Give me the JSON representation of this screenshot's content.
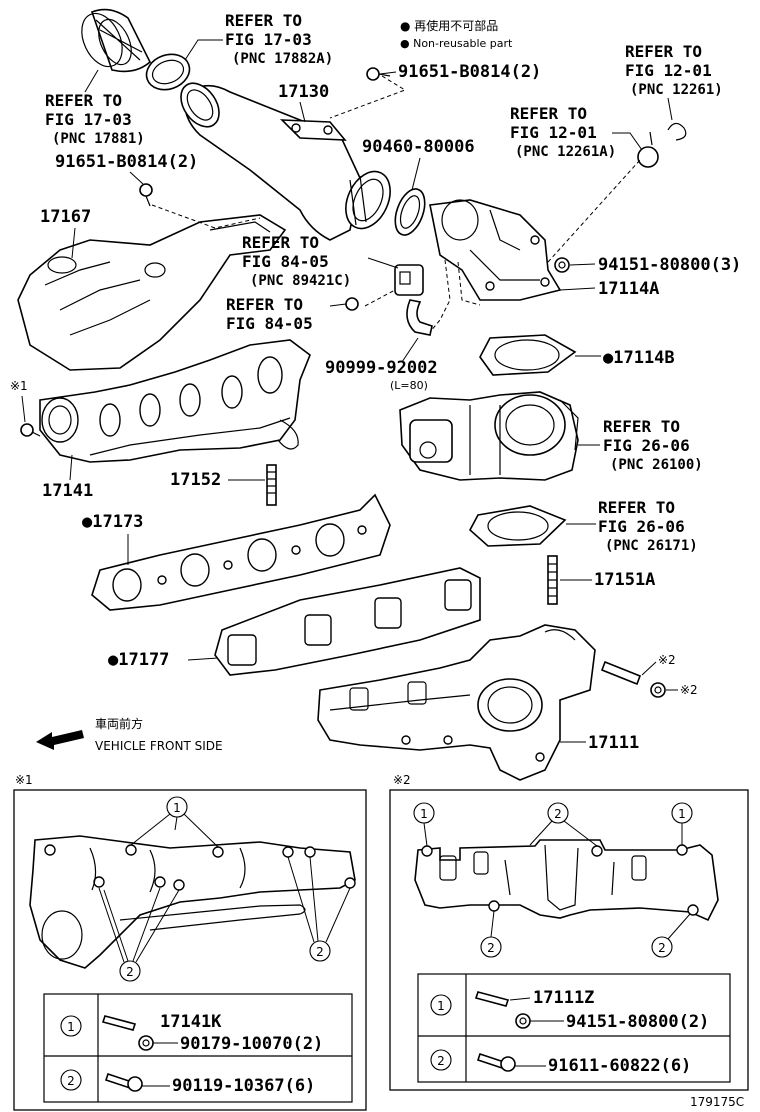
{
  "legend": {
    "non_reusable_jp": "● 再使用不可部品",
    "non_reusable_en": "● Non-reusable part",
    "front_jp": "車両前方",
    "front_en": "VEHICLE FRONT SIDE"
  },
  "labels": {
    "ref_17_03_a_1": "REFER TO",
    "ref_17_03_a_2": "FIG 17-03",
    "ref_17_03_a_3": "(PNC 17882A)",
    "ref_17_03_b_1": "REFER TO",
    "ref_17_03_b_2": "FIG 17-03",
    "ref_17_03_b_3": "(PNC 17881)",
    "ref_12_01_a_1": "REFER TO",
    "ref_12_01_a_2": "FIG 12-01",
    "ref_12_01_a_3": "(PNC 12261)",
    "ref_12_01_b_1": "REFER TO",
    "ref_12_01_b_2": "FIG 12-01",
    "ref_12_01_b_3": "(PNC 12261A)",
    "ref_84_05_a_1": "REFER TO",
    "ref_84_05_a_2": "FIG 84-05",
    "ref_84_05_a_3": "(PNC 89421C)",
    "ref_84_05_b_1": "REFER TO",
    "ref_84_05_b_2": "FIG 84-05",
    "ref_26_06_a_1": "REFER TO",
    "ref_26_06_a_2": "FIG 26-06",
    "ref_26_06_a_3": "(PNC 26100)",
    "ref_26_06_b_1": "REFER TO",
    "ref_26_06_b_2": "FIG 26-06",
    "ref_26_06_b_3": "(PNC 26171)",
    "p_91651_a": "91651-B0814(2)",
    "p_91651_b": "91651-B0814(2)",
    "p_17130": "17130",
    "p_90460": "90460-80006",
    "p_17167": "17167",
    "p_94151": "94151-80800(3)",
    "p_17114a": "17114A",
    "p_90999": "90999-92002",
    "p_90999_len": "(L=80)",
    "p_17114b": "●17114B",
    "note_x1": "※1",
    "p_17141": "17141",
    "p_17152": "17152",
    "p_17173": "●17173",
    "p_17151a": "17151A",
    "p_17177": "●17177",
    "note_x2_a": "※2",
    "note_x2_b": "※2",
    "p_17111": "17111",
    "inset1_title": "※1",
    "inset2_title": "※2",
    "c1": "1",
    "c2": "2",
    "t1_p1": "17141K",
    "t1_p2": "90179-10070(2)",
    "t1_p3": "90119-10367(6)",
    "t2_p1": "17111Z",
    "t2_p2": "94151-80800(2)",
    "t2_p3": "91611-60822(6)",
    "figure_code": "179175C"
  }
}
